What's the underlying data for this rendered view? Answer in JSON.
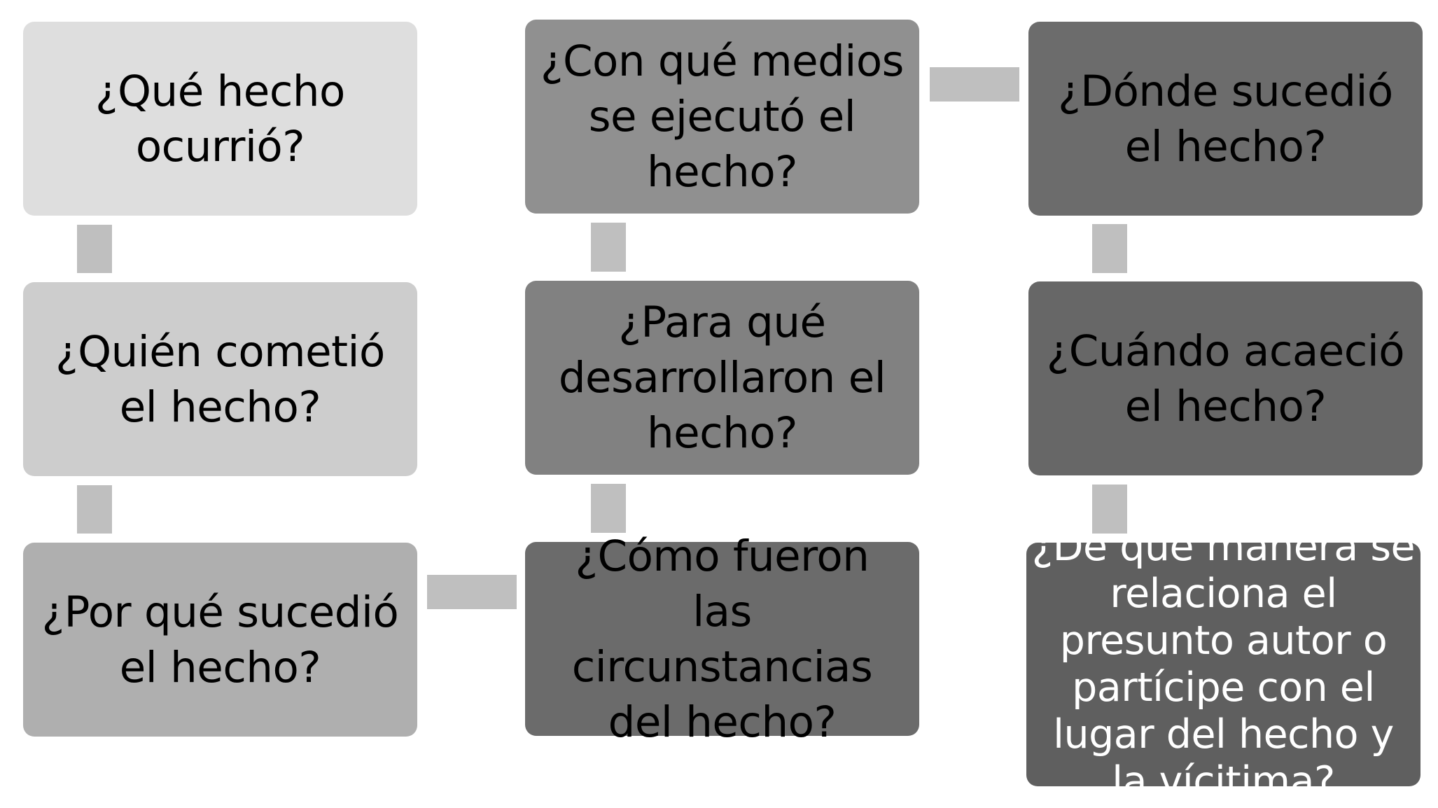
{
  "diagram": {
    "boxes": [
      {
        "id": "que-hecho",
        "text": "¿Qué hecho ocurrió?",
        "fill": "#dedede",
        "text_color": "#000000"
      },
      {
        "id": "quien-cometio",
        "text": "¿Quién cometió el hecho?",
        "fill": "#cdcdcd",
        "text_color": "#000000"
      },
      {
        "id": "por-que",
        "text": "¿Por qué sucedió el hecho?",
        "fill": "#afafaf",
        "text_color": "#000000"
      },
      {
        "id": "con-que-medios",
        "text": "¿Con qué medios se ejecutó el hecho?",
        "fill": "#909090",
        "text_color": "#000000"
      },
      {
        "id": "para-que",
        "text": "¿Para qué desarrollaron el hecho?",
        "fill": "#818181",
        "text_color": "#000000"
      },
      {
        "id": "como-fueron",
        "text": "¿Cómo fueron las circunstancias del hecho?",
        "fill": "#6b6b6b",
        "text_color": "#000000"
      },
      {
        "id": "donde-sucedio",
        "text": "¿Dónde sucedió el hecho?",
        "fill": "#6c6c6c",
        "text_color": "#000000"
      },
      {
        "id": "cuando-acaecio",
        "text": "¿Cuándo acaeció el hecho?",
        "fill": "#676767",
        "text_color": "#000000"
      },
      {
        "id": "de-que-manera",
        "text": "¿De qué manera se relaciona el presunto autor o partícipe con el lugar del hecho y la vícitima?",
        "fill": "#5f5f5f",
        "text_color": "#ffffff"
      }
    ],
    "connector_color": "#bfbfbf"
  }
}
